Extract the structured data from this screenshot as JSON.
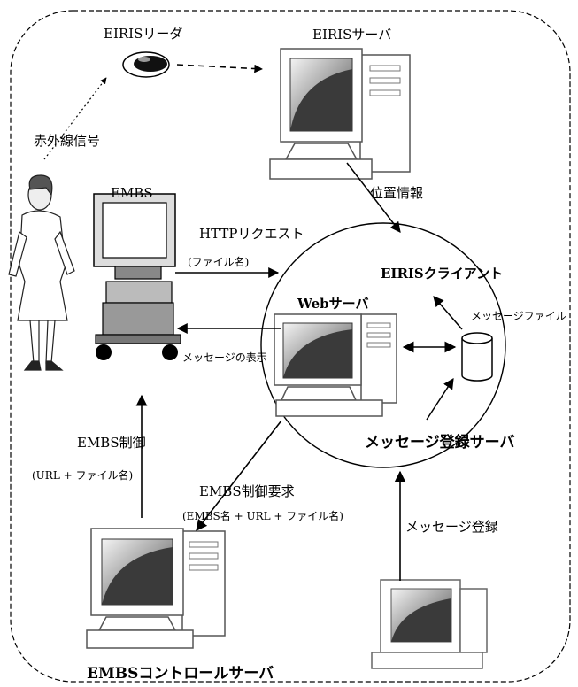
{
  "labels": {
    "eiris_reader": "EIRISリーダ",
    "eiris_server": "EIRISサーバ",
    "infrared_signal": "赤外線信号",
    "location_info": "位置情報",
    "embs": "EMBS",
    "http_request": "HTTPリクエスト",
    "file_name": "(ファイル名)",
    "eiris_client": "EIRISクライアント",
    "web_server": "Webサーバ",
    "message_file": "メッセージファイル",
    "message_display": "メッセージの表示",
    "message_reg_server": "メッセージ登録サーバ",
    "embs_control": "EMBS制御",
    "url_file": "(URL + ファイル名)",
    "embs_control_req": "EMBS制御要求",
    "embs_url_file": "(EMBS名 + URL + ファイル名)",
    "message_registration": "メッセージ登録",
    "embs_control_server": "EMBSコントロールサーバ"
  }
}
